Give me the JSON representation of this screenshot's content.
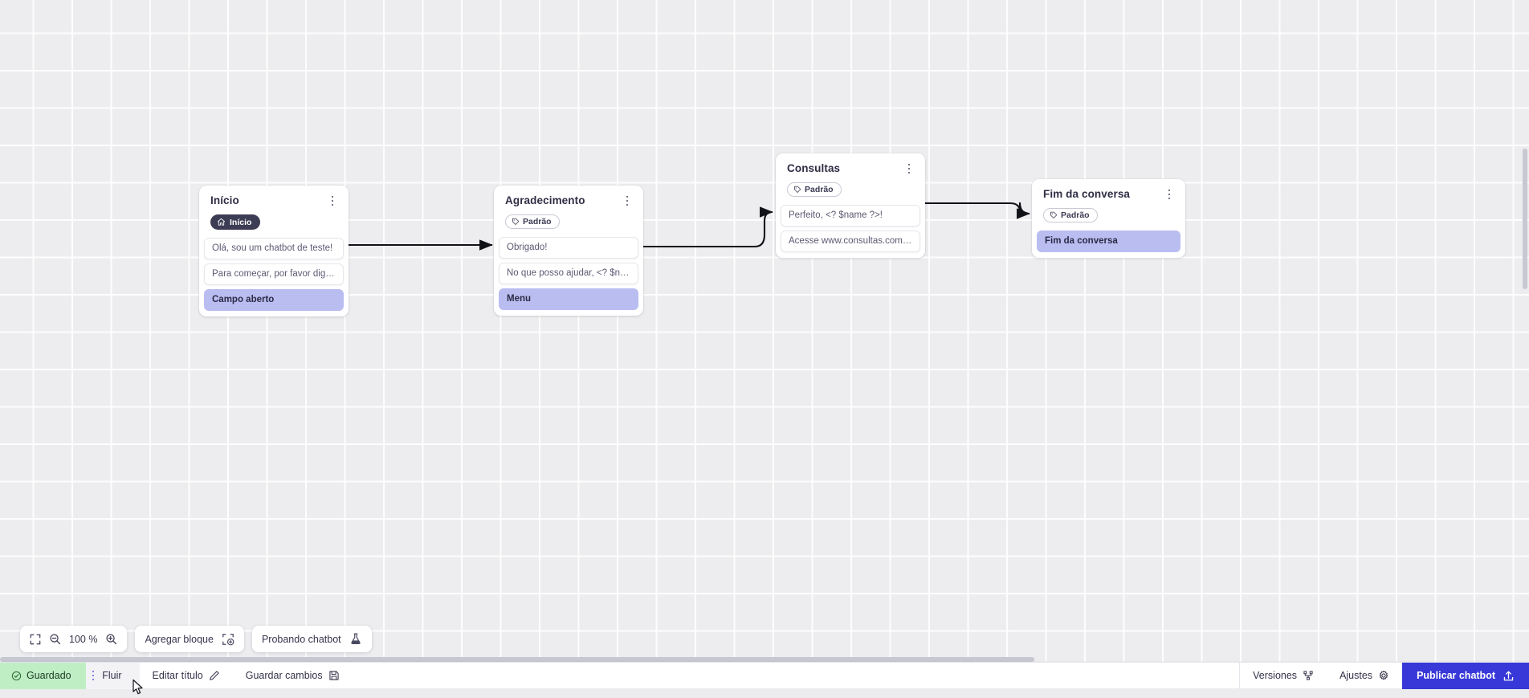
{
  "canvas": {
    "zoom_level": "100 %",
    "nodes": [
      {
        "id": "inicio",
        "title": "Início",
        "badge": {
          "type": "start",
          "label": "Início",
          "icon": "home-icon"
        },
        "rows": [
          {
            "text": "Olá, sou um chatbot de teste!",
            "kind": "message"
          },
          {
            "text": "Para começar, por favor digite o ...",
            "kind": "message"
          },
          {
            "text": "Campo aberto",
            "kind": "action"
          }
        ]
      },
      {
        "id": "agradecimento",
        "title": "Agradecimento",
        "badge": {
          "type": "default",
          "label": "Padrão",
          "icon": "tag-icon"
        },
        "rows": [
          {
            "text": "Obrigado!",
            "kind": "message"
          },
          {
            "text": "No que posso ajudar, <? $name ...",
            "kind": "message"
          },
          {
            "text": "Menu",
            "kind": "action"
          }
        ]
      },
      {
        "id": "consultas",
        "title": "Consultas",
        "badge": {
          "type": "default",
          "label": "Padrão",
          "icon": "tag-icon"
        },
        "rows": [
          {
            "text": "Perfeito, <? $name ?>!",
            "kind": "message"
          },
          {
            "text": "Acesse www.consultas.com par...",
            "kind": "message"
          }
        ]
      },
      {
        "id": "fim",
        "title": "Fim da conversa",
        "badge": {
          "type": "default",
          "label": "Padrão",
          "icon": "tag-icon"
        },
        "rows": [
          {
            "text": "Fim da conversa",
            "kind": "action"
          }
        ]
      }
    ]
  },
  "toolbar": {
    "fit_icon": "fit-screen-icon",
    "zoom_out_icon": "zoom-out-icon",
    "zoom_in_icon": "zoom-in-icon",
    "zoom_level": "100 %",
    "add_block_label": "Agregar bloque",
    "add_block_icon": "add-block-icon",
    "test_chatbot_label": "Probando chatbot",
    "test_chatbot_icon": "flask-icon"
  },
  "statusbar": {
    "saved_label": "Guardado",
    "saved_icon": "check-circle-icon",
    "flow_tab_label": "Fluir",
    "flow_menu_icon": "vertical-dots-icon",
    "edit_title_label": "Editar título",
    "edit_title_icon": "pencil-icon",
    "save_changes_label": "Guardar cambios",
    "save_changes_icon": "save-icon",
    "versions_label": "Versiones",
    "versions_icon": "branch-icon",
    "settings_label": "Ajustes",
    "settings_icon": "gear-icon",
    "publish_label": "Publicar chatbot",
    "publish_icon": "upload-icon"
  },
  "colors": {
    "accent_blue": "#3838d8",
    "action_row": "#b9bdf0",
    "saved_green": "#bfeec4",
    "node_dark": "#3d3c55",
    "canvas_bg": "#ededef"
  }
}
